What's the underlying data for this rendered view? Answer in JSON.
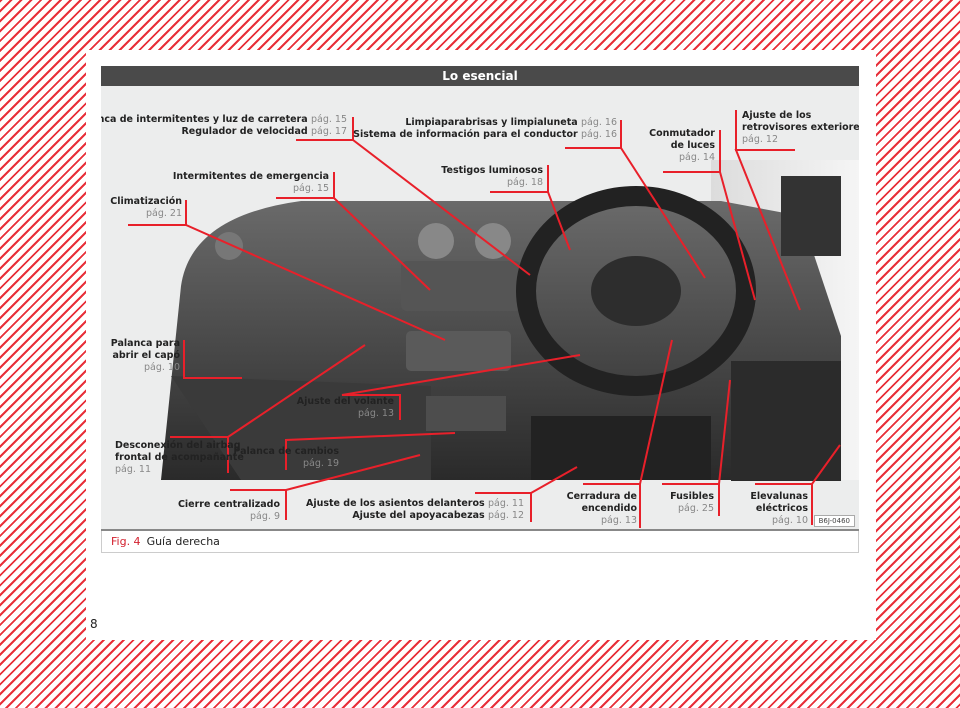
{
  "header": {
    "title": "Lo esencial"
  },
  "labels": {
    "intermitentes": {
      "title": "Palanca de intermitentes y luz de carretera",
      "page": "pág. 15"
    },
    "velocidad": {
      "title": "Regulador de velocidad",
      "page": "pág. 17"
    },
    "limpia": {
      "title": "Limpiaparabrisas y limpialuneta",
      "page": "pág. 16"
    },
    "sistema": {
      "title": "Sistema de información para el conductor",
      "page": "pág. 16"
    },
    "conmutador": {
      "title1": "Conmutador",
      "title2": "de luces",
      "page": "pág. 14"
    },
    "retrovisores": {
      "title1": "Ajuste de los",
      "title2": "retrovisores exteriores",
      "page": "pág. 12"
    },
    "testigos": {
      "title": "Testigos luminosos",
      "page": "pág. 18"
    },
    "emergencia": {
      "title": "Intermitentes de emergencia",
      "page": "pág. 15"
    },
    "climatizacion": {
      "title": "Climatización",
      "page": "pág. 21"
    },
    "capo": {
      "title1": "Palanca para",
      "title2": "abrir el capó",
      "page": "pág. 10"
    },
    "volante": {
      "title": "Ajuste del volante",
      "page": "pág. 13"
    },
    "airbag": {
      "title1": "Desconexión del airbag",
      "title2": "frontal de acompañante",
      "page": "pág. 11"
    },
    "cambios": {
      "title": "Palanca de cambios",
      "page": "pág. 19"
    },
    "cierre": {
      "title": "Cierre centralizado",
      "page": "pág. 9"
    },
    "asientos": {
      "title": "Ajuste de los asientos delanteros",
      "page": "pág. 11"
    },
    "apoyacabezas": {
      "title": "Ajuste del apoyacabezas",
      "page": "pág. 12"
    },
    "cerradura": {
      "title1": "Cerradura de",
      "title2": "encendido",
      "page": "pág. 13"
    },
    "fusibles": {
      "title": "Fusibles",
      "page": "pág. 25"
    },
    "elevalunas": {
      "title1": "Elevalunas",
      "title2": "eléctricos",
      "page": "pág. 10"
    }
  },
  "figure": {
    "code": "B6J-0460",
    "number": "Fig. 4",
    "caption": "Guía derecha"
  },
  "page_number": "8",
  "colors": {
    "accent": "#d3202e",
    "header": "#4a4a4a"
  }
}
